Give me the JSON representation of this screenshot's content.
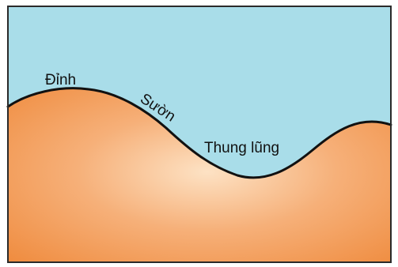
{
  "labels": {
    "peak": "Đỉnh",
    "slope": "Sườn",
    "valley": "Thung lũng"
  },
  "colors": {
    "sky": "#a9dde9",
    "terrain_light": "#fde2c4",
    "terrain_mid": "#f6b079",
    "terrain_dark": "#ef8a3c",
    "outline": "#111111"
  }
}
